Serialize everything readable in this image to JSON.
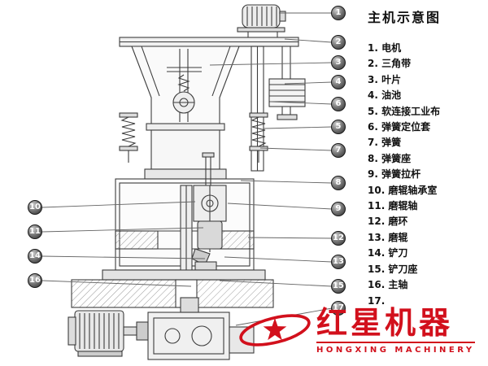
{
  "title": "主机示意图",
  "legend": {
    "items": [
      "1. 电机",
      "2. 三角带",
      "3. 叶片",
      "4. 油池",
      "5. 软连接工业布",
      "6. 弹簧定位套",
      "7. 弹簧",
      "8. 弹簧座",
      "9. 弹簧拉杆",
      "10. 磨辊轴承室",
      "11. 磨辊轴",
      "12. 磨环",
      "13. 磨辊",
      "14. 铲刀",
      "15. 铲刀座",
      "16. 主轴",
      "17."
    ]
  },
  "callouts": [
    "1",
    "2",
    "3",
    "4",
    "6",
    "5",
    "7",
    "8",
    "9",
    "12",
    "13",
    "15",
    "17",
    "10",
    "11",
    "14",
    "16"
  ],
  "watermark": {
    "brand_cn": "红星机器",
    "brand_en": "HONGXING MACHINERY",
    "logo": "star-ellipse-logo",
    "color": "#d2101c"
  }
}
